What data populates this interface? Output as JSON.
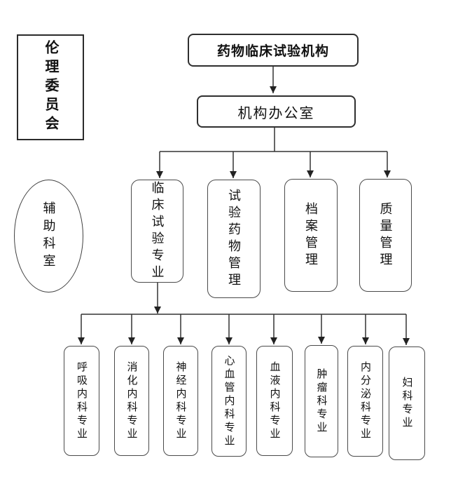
{
  "diagram": {
    "standalone": {
      "ethics_committee": "伦理委员会",
      "auxiliary_departments": "辅助科室"
    },
    "root": "药物临床试验机构",
    "office": "机构办公室",
    "departments": [
      "临床试验专业",
      "试验药物管理",
      "档案管理",
      "质量管理"
    ],
    "specialties": [
      "呼吸内科专业",
      "消化内科专业",
      "神经内科专业",
      "心血管内科专业",
      "血液内科专业",
      "肿瘤科专业",
      "内分泌科专业",
      "妇科专业"
    ],
    "colors": {
      "line": "#333333",
      "border": "#4a4a4a",
      "text": "#111111",
      "background": "#ffffff"
    }
  }
}
